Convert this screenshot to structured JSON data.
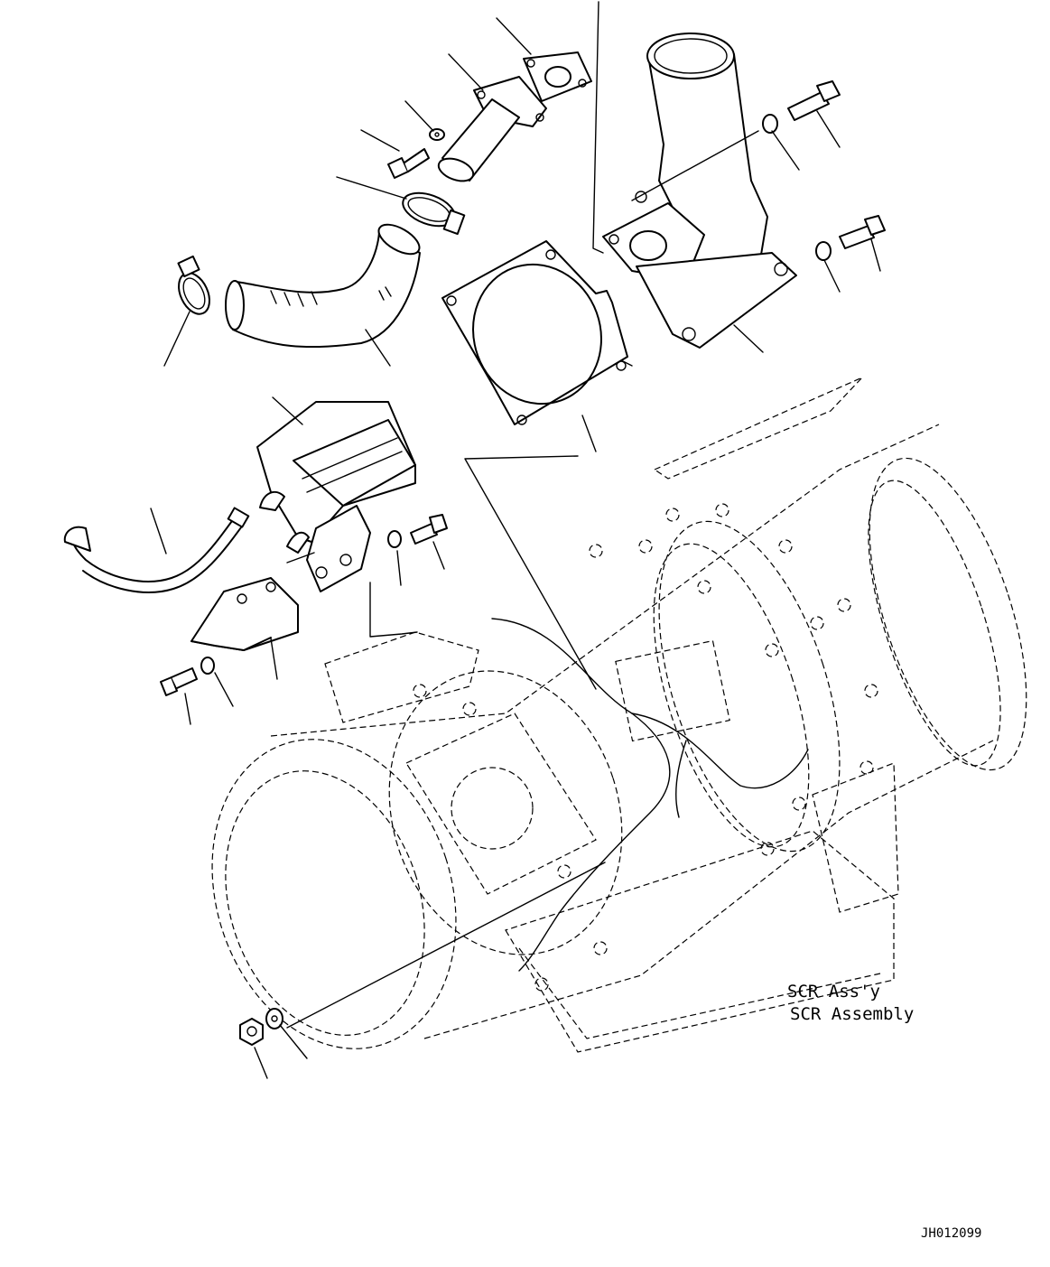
{
  "diagram": {
    "assembly_label_line1": "SCR Ass'y",
    "assembly_label_line2": "SCR Assembly",
    "drawing_number": "JH012099"
  }
}
